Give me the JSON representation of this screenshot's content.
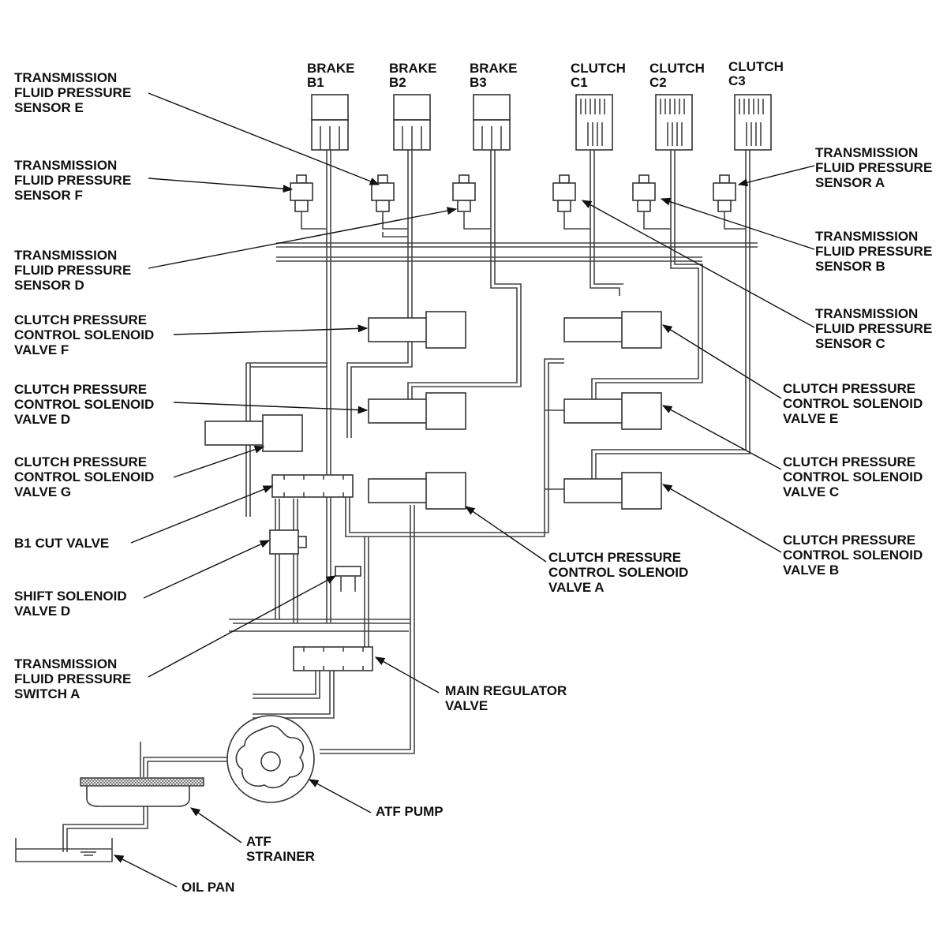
{
  "labels": {
    "brake_b1": [
      "BRAKE",
      "B1"
    ],
    "brake_b2": [
      "BRAKE",
      "B2"
    ],
    "brake_b3": [
      "BRAKE",
      "B3"
    ],
    "clutch_c1": [
      "CLUTCH",
      "C1"
    ],
    "clutch_c2": [
      "CLUTCH",
      "C2"
    ],
    "clutch_c3": [
      "CLUTCH",
      "C3"
    ],
    "sensor_e": [
      "TRANSMISSION",
      "FLUID PRESSURE",
      "SENSOR E"
    ],
    "sensor_f": [
      "TRANSMISSION",
      "FLUID PRESSURE",
      "SENSOR F"
    ],
    "sensor_d": [
      "TRANSMISSION",
      "FLUID PRESSURE",
      "SENSOR D"
    ],
    "sensor_a": [
      "TRANSMISSION",
      "FLUID PRESSURE",
      "SENSOR A"
    ],
    "sensor_b": [
      "TRANSMISSION",
      "FLUID PRESSURE",
      "SENSOR B"
    ],
    "sensor_c": [
      "TRANSMISSION",
      "FLUID PRESSURE",
      "SENSOR C"
    ],
    "solenoid_f": [
      "CLUTCH PRESSURE",
      "CONTROL SOLENOID",
      "VALVE F"
    ],
    "solenoid_d": [
      "CLUTCH PRESSURE",
      "CONTROL SOLENOID",
      "VALVE D"
    ],
    "solenoid_g": [
      "CLUTCH PRESSURE",
      "CONTROL SOLENOID",
      "VALVE G"
    ],
    "solenoid_e": [
      "CLUTCH PRESSURE",
      "CONTROL SOLENOID",
      "VALVE E"
    ],
    "solenoid_c": [
      "CLUTCH PRESSURE",
      "CONTROL SOLENOID",
      "VALVE C"
    ],
    "solenoid_b": [
      "CLUTCH PRESSURE",
      "CONTROL SOLENOID",
      "VALVE B"
    ],
    "solenoid_a": [
      "CLUTCH PRESSURE",
      "CONTROL SOLENOID",
      "VALVE A"
    ],
    "b1_cut_valve": [
      "B1 CUT VALVE"
    ],
    "shift_solenoid_d": [
      "SHIFT SOLENOID",
      "VALVE D"
    ],
    "pressure_switch_a": [
      "TRANSMISSION",
      "FLUID PRESSURE",
      "SWITCH A"
    ],
    "main_regulator": [
      "MAIN REGULATOR",
      "VALVE"
    ],
    "atf_pump": [
      "ATF PUMP"
    ],
    "atf_strainer": [
      "ATF",
      "STRAINER"
    ],
    "oil_pan": [
      "OIL PAN"
    ]
  }
}
